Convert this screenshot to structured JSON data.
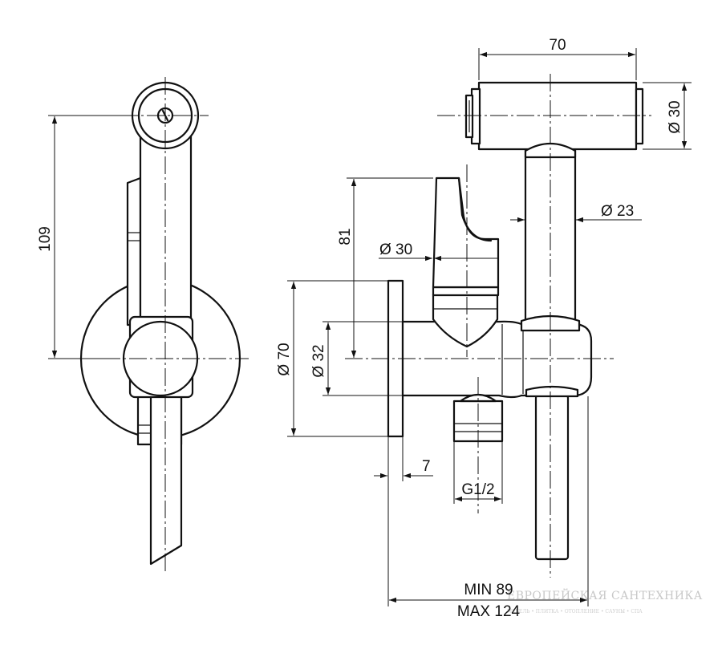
{
  "dimensions": {
    "width_top": "70",
    "head_diameter": "Ø 30",
    "tube_diameter": "Ø 23",
    "height_81": "81",
    "lever_diameter": "Ø 30",
    "rosette_diameter": "Ø 70",
    "body_diameter": "Ø 32",
    "rosette_thickness": "7",
    "thread": "G1/2",
    "side_height": "109",
    "depth_min": "MIN 89",
    "depth_max": "MAX 124"
  },
  "watermark": {
    "main": "ЕВРОПЕЙСКАЯ САНТЕХНИКА",
    "sub": "МЕБЕЛЬ • ПЛИТКА • ОТОПЛЕНИЕ • САУНЫ • СПА"
  }
}
